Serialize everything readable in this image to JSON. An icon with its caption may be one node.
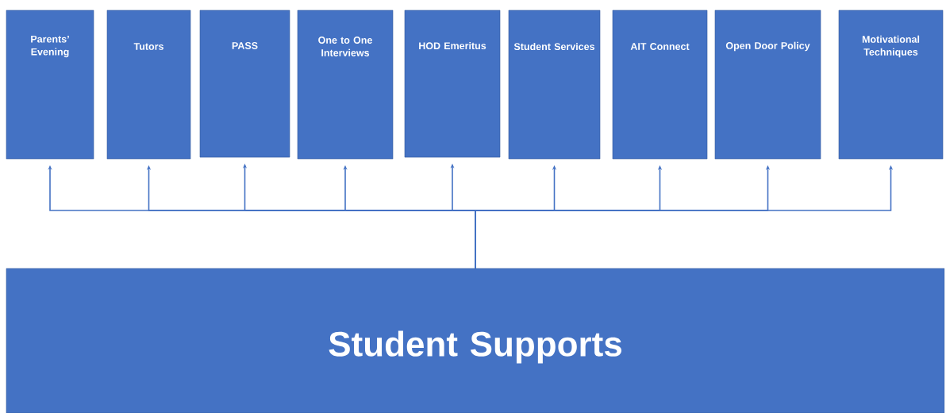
{
  "diagram": {
    "nodes": [
      {
        "text": [
          "Parents’ Evening"
        ]
      },
      {
        "text": [
          "Tutors"
        ]
      },
      {
        "text": [
          "PASS"
        ]
      },
      {
        "text": [
          "One to One Interviews"
        ]
      },
      {
        "text": [
          "HOD Emeritus"
        ]
      },
      {
        "text": [
          "Student Services"
        ]
      },
      {
        "text": [
          "AIT Connect"
        ]
      },
      {
        "text": [
          "Open Door Policy"
        ]
      },
      {
        "text": [
          "Motivational Techniques"
        ]
      },
      {
        "text": [
          "Student Supports"
        ]
      }
    ],
    "edges": [
      {
        "from": 9,
        "to": 0,
        "arrow": "to"
      },
      {
        "from": 9,
        "to": 1,
        "arrow": "to"
      },
      {
        "from": 9,
        "to": 2,
        "arrow": "to"
      },
      {
        "from": 9,
        "to": 3,
        "arrow": "to"
      },
      {
        "from": 9,
        "to": 4,
        "arrow": "to"
      },
      {
        "from": 9,
        "to": 5,
        "arrow": "to"
      },
      {
        "from": 9,
        "to": 6,
        "arrow": "to"
      },
      {
        "from": 9,
        "to": 7,
        "arrow": "to"
      },
      {
        "from": 9,
        "to": 8,
        "arrow": "to"
      }
    ]
  }
}
